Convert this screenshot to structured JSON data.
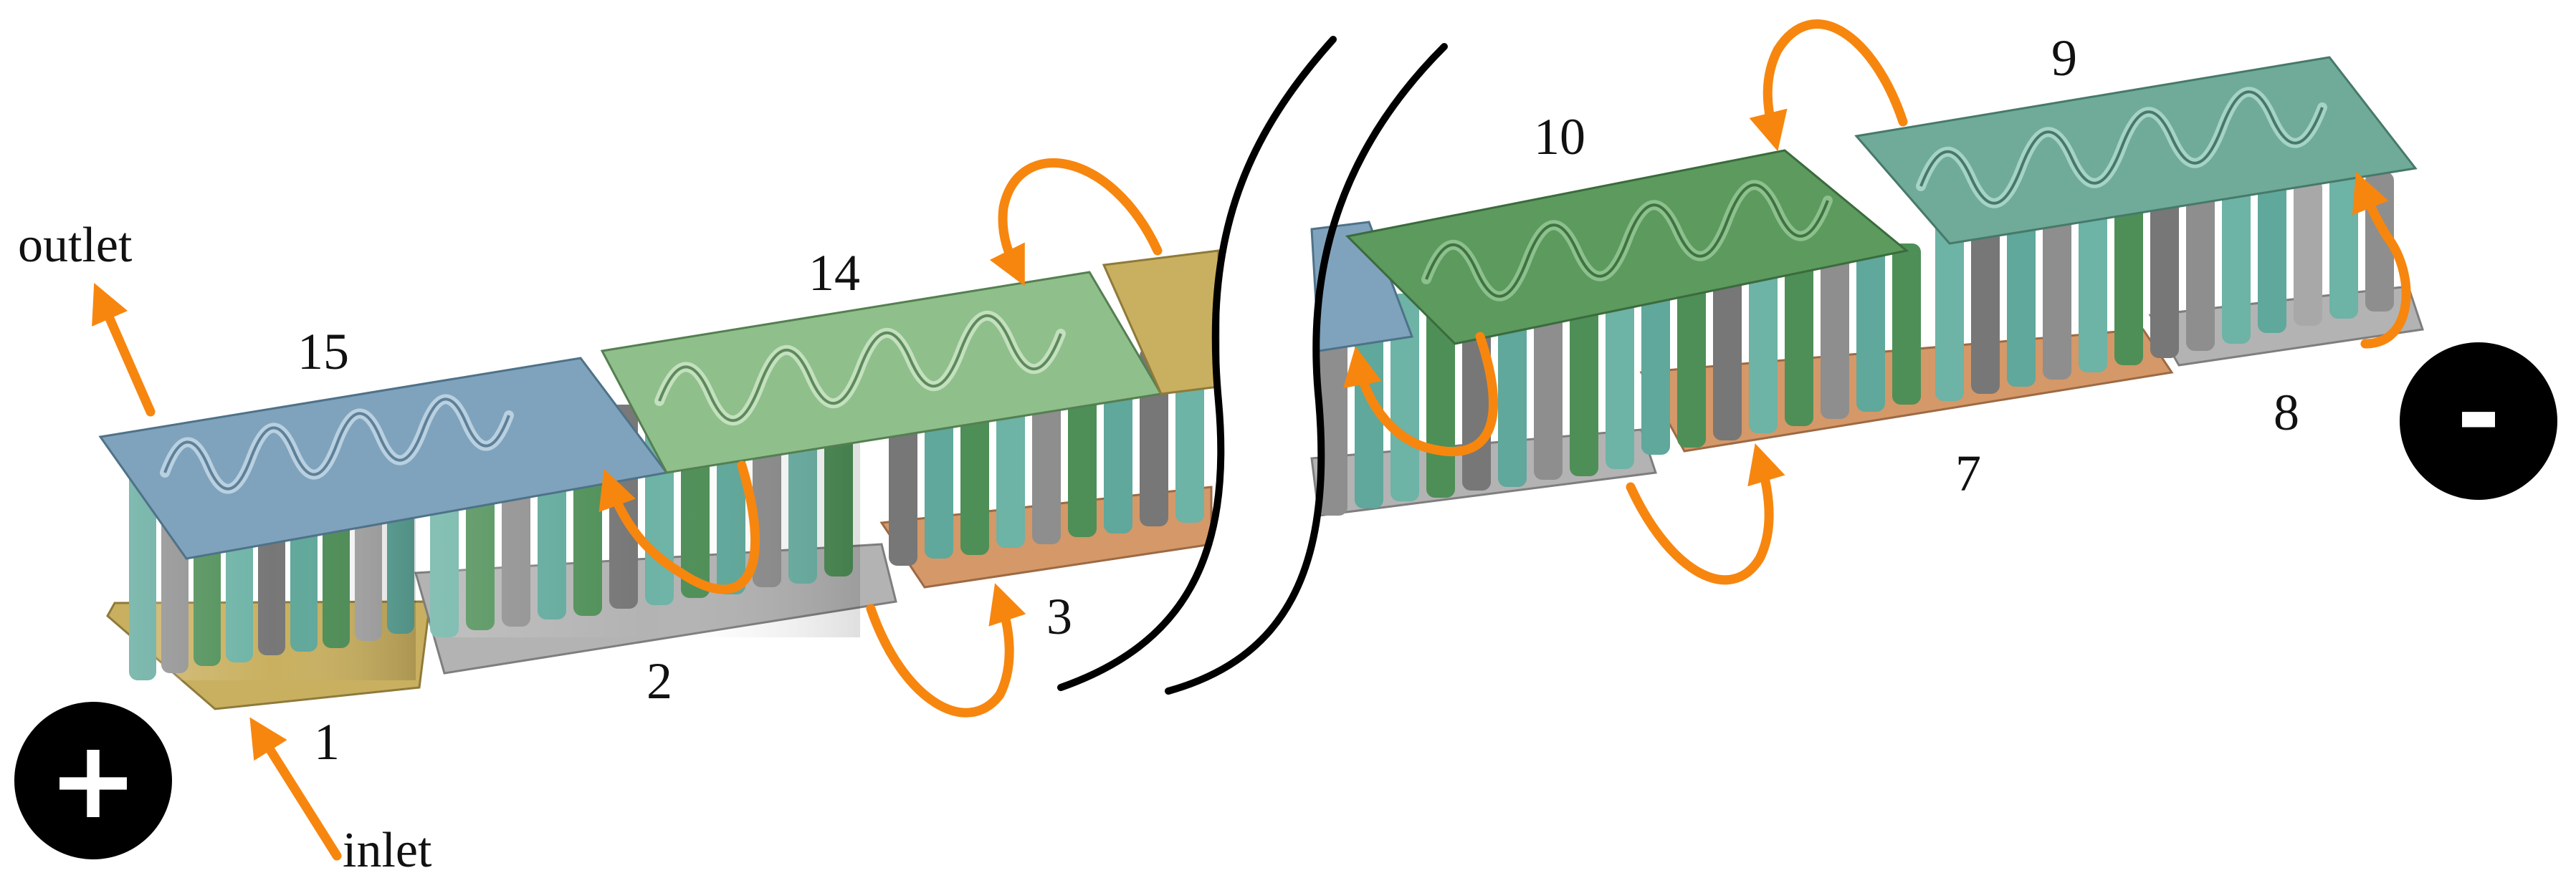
{
  "colors": {
    "arrow": "#F7860F",
    "tag_blue": "#7FA3BD",
    "tag_green_light": "#8FBF8A",
    "tag_green": "#5C9A5E",
    "tag_teal": "#6FAB98",
    "base_gray": "#B3B3B3",
    "base_orange": "#D59868",
    "base_olive": "#C9B060",
    "terminal": "#000000"
  },
  "labels": {
    "outlet": "outlet",
    "inlet": "inlet",
    "plus": "+",
    "minus": "-"
  },
  "modules": [
    {
      "number": "15",
      "plate": "tag_blue"
    },
    {
      "number": "14",
      "plate": "tag_green_light"
    },
    {
      "number": "10",
      "plate": "tag_green"
    },
    {
      "number": "9",
      "plate": "tag_teal"
    },
    {
      "number": "1",
      "plate": "base_olive"
    },
    {
      "number": "2",
      "plate": "base_gray"
    },
    {
      "number": "3",
      "plate": "base_orange"
    },
    {
      "number": "7",
      "plate": "base_orange"
    },
    {
      "number": "8",
      "plate": "base_gray"
    }
  ]
}
